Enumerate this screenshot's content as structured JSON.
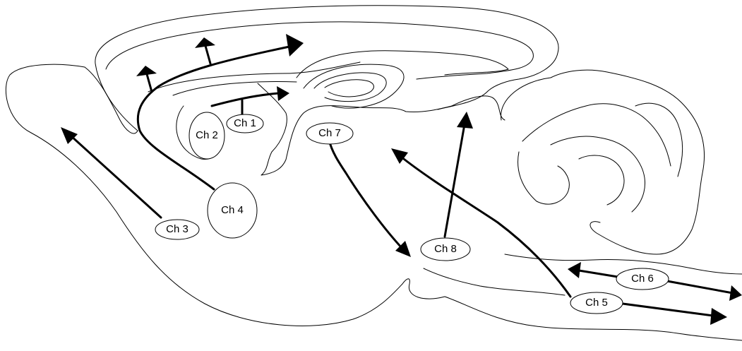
{
  "colors": {
    "background": "#ffffff",
    "stroke": "#000000"
  },
  "nodes": {
    "ch1": "Ch 1",
    "ch2": "Ch 2",
    "ch3": "Ch 3",
    "ch4": "Ch 4",
    "ch5": "Ch 5",
    "ch6": "Ch 6",
    "ch7": "Ch 7",
    "ch8": "Ch 8"
  }
}
